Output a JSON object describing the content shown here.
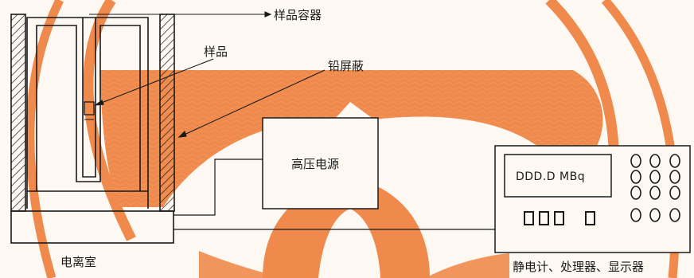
{
  "diagram": {
    "labels": {
      "sample_container": "样品容器",
      "sample": "样品",
      "lead_shield": "铅屏蔽",
      "hv_supply": "高压电源",
      "ion_chamber": "电离室",
      "electrometer": "静电计、处理器、显示器"
    },
    "display": {
      "reading": "DDD.D MBq"
    },
    "colors": {
      "watermark": "#ef8a4c",
      "line": "#1a1a1a",
      "background": "#fdf8f1"
    }
  }
}
